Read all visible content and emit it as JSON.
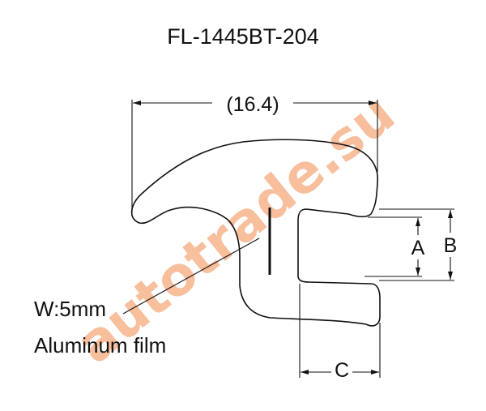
{
  "drawing": {
    "title": "FL-1445BT-204",
    "overall_width_label": "(16.4)",
    "dimension_a_label": "A",
    "dimension_b_label": "B",
    "dimension_c_label": "C",
    "film_width_label": "W:5mm",
    "film_material_label": "Aluminum film"
  },
  "watermark": {
    "text": "autotrade.su",
    "color": "#f7b48c"
  },
  "colors": {
    "line": "#111111",
    "background": "#ffffff"
  }
}
